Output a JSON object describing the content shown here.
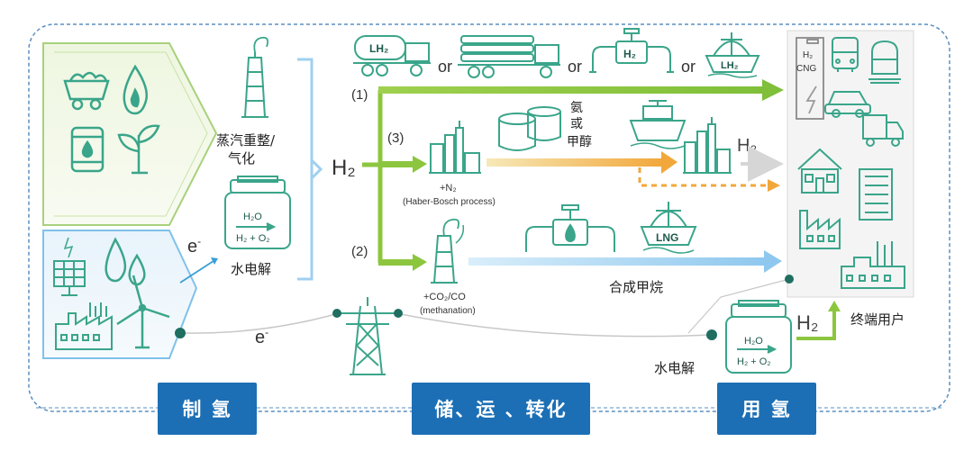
{
  "production": {
    "steam_reforming_label": [
      "蒸汽重整/",
      "气化"
    ],
    "electrolysis_label": "水电解",
    "electrolyzer_top": "H₂O",
    "electrolyzer_bottom": "H₂ + O₂",
    "electron_small": "e",
    "electron_sup": "-"
  },
  "hydrogen": {
    "h2_main": "H₂",
    "route1": "(1)",
    "route2": "(2)",
    "route3": "(3)",
    "lh2_truck": "LH₂",
    "or_word": "or",
    "h2_pipe": "H₂",
    "lh2_ship": "LH₂"
  },
  "conversion": {
    "ammonia_methanol": [
      "氨",
      "或",
      "甲醇"
    ],
    "n2_label": "+N₂",
    "haber_label": "(Haber-Bosch process)",
    "co2_label": "+CO₂/CO",
    "methanation_label": "(methanation)",
    "lng_label": "LNG",
    "synthetic_methane": "合成甲烷",
    "h2_after": "H₂"
  },
  "end_use": {
    "station_h2": "H₂",
    "station_cng": "CNG",
    "h2_output": "H₂",
    "end_user_label": "终端用户",
    "electrolysis_label": "水电解",
    "electrolyzer_top": "H₂O",
    "electrolyzer_bottom": "H₂ + O₂",
    "grid_e": "e"
  },
  "tabs": {
    "production": "制 氢",
    "storage": "储、运 、转化",
    "usage": "用 氢"
  },
  "colors": {
    "blue_tab": "#1c6fb5",
    "green": "#8cc63f",
    "light_blue": "#9fd0ef",
    "orange": "#f0a030",
    "teal_icon": "#3aa58a",
    "dark_dot": "#1f6e60"
  }
}
